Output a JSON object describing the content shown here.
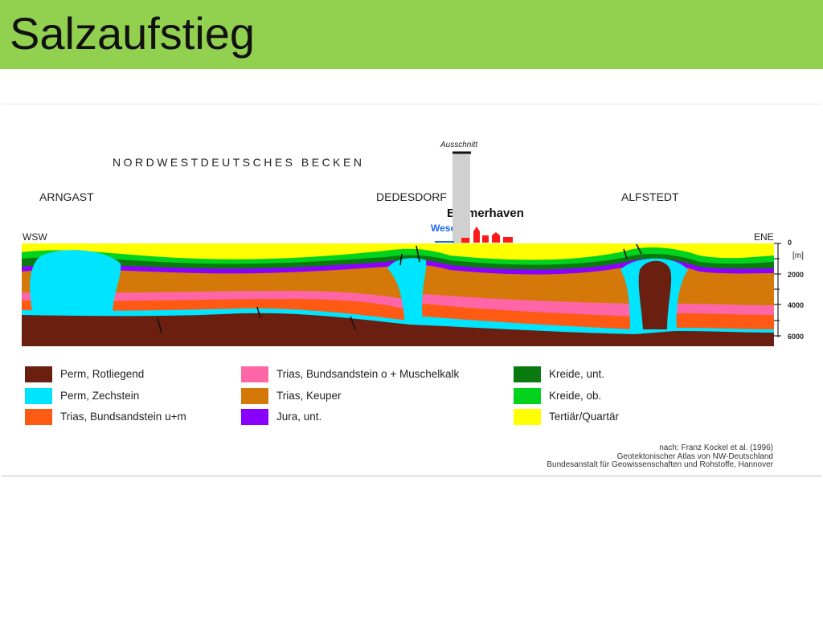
{
  "header": {
    "title": "Salzaufstieg",
    "bg_color": "#92d050"
  },
  "figure": {
    "basin_title": "NORDWESTDEUTSCHES BECKEN",
    "places": {
      "arngast": "ARNGAST",
      "dedesdorf": "DEDESDORF",
      "alfstedt": "ALFSTEDT"
    },
    "directions": {
      "west": "WSW",
      "east": "ENE"
    },
    "ausschnitt": "Ausschnitt",
    "city": "Bremerhaven",
    "river": "Weser",
    "depth_unit": "[m]",
    "depth_ticks": [
      "0",
      "2000",
      "4000",
      "6000"
    ]
  },
  "legend": [
    {
      "label": "Perm, Rotliegend",
      "color": "#6b1f10"
    },
    {
      "label": "Perm, Zechstein",
      "color": "#00e5ff"
    },
    {
      "label": "Trias, Bundsandstein u+m",
      "color": "#ff5a14"
    },
    {
      "label": "Trias, Bundsandstein o + Muschelkalk",
      "color": "#ff66a8"
    },
    {
      "label": "Trias, Keuper",
      "color": "#d4780a"
    },
    {
      "label": "Jura, unt.",
      "color": "#8a00ff"
    },
    {
      "label": "Kreide, unt.",
      "color": "#0a7a10"
    },
    {
      "label": "Kreide, ob.",
      "color": "#00d21e"
    },
    {
      "label": "Tertiär/Quartär",
      "color": "#ffff00"
    }
  ],
  "credit": {
    "line1": "nach: Franz Kockel et al. (1996)",
    "line2": "Geotektonischer Atlas von NW-Deutschland",
    "line3": "Bundesanstalt für Geowissenschaften und Rohstoffe, Hannover"
  }
}
